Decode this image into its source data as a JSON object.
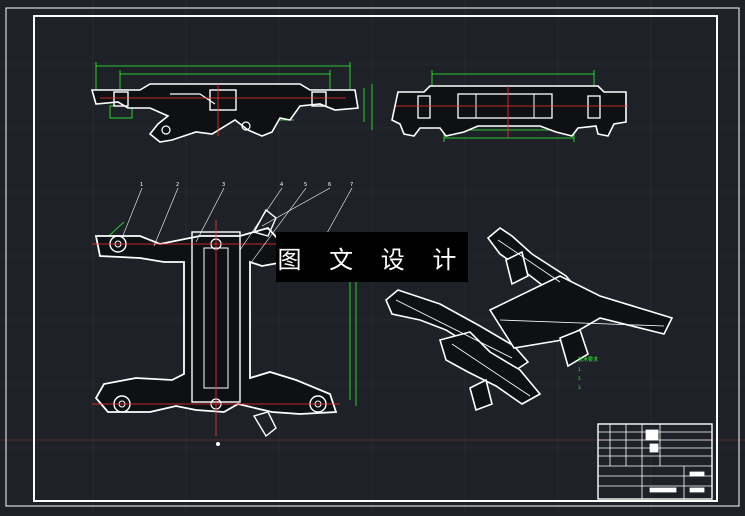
{
  "drawing": {
    "colors": {
      "background": "#1e2228",
      "frame": "#ffffff",
      "part": "#ffffff",
      "dimension": "#29ff29",
      "centerline": "#ff3030",
      "leader": "#ffffff"
    },
    "balloons": [
      "1",
      "2",
      "3",
      "4",
      "5",
      "6",
      "7"
    ]
  },
  "watermark": {
    "text": "图 文 设 计",
    "kind": "stamp"
  },
  "tech_notes": {
    "title": "技术要求",
    "items": [
      "1.",
      "2.",
      "3."
    ]
  }
}
